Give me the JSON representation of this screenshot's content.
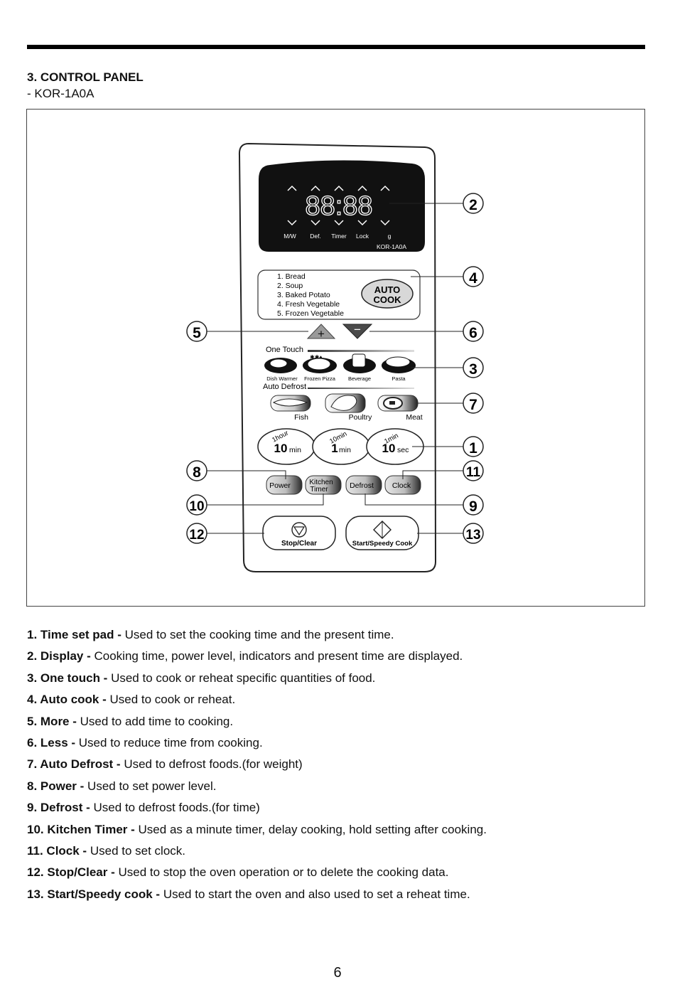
{
  "section": {
    "title": "3. CONTROL PANEL",
    "model": "- KOR-1A0A"
  },
  "panel": {
    "display": {
      "digits": "88:88",
      "indicators": [
        "M/W",
        "Def.",
        "Timer",
        "Lock",
        "g"
      ],
      "model": "KOR-1A0A"
    },
    "auto_cook": {
      "menu": [
        "1. Bread",
        "2. Soup",
        "3. Baked Potato",
        "4. Fresh Vegetable",
        "5. Frozen Vegetable"
      ],
      "button_line1": "AUTO",
      "button_line2": "COOK"
    },
    "more_symbol": "+",
    "less_symbol": "−",
    "one_touch": {
      "label": "One Touch",
      "frozen_marks": "✱✱♦",
      "items": [
        "Dish Warmer",
        "Frozen Pizza",
        "Beverage",
        "Pasta"
      ]
    },
    "auto_defrost": {
      "label": "Auto Defrost",
      "items": [
        "Fish",
        "Poultry",
        "Meat"
      ]
    },
    "time_pad": [
      {
        "arc": "1hour",
        "value": "10",
        "unit": "min"
      },
      {
        "arc": "10min",
        "value": "1",
        "unit": "min"
      },
      {
        "arc": "1min",
        "value": "10",
        "unit": "sec"
      }
    ],
    "buttons": {
      "power": "Power",
      "kitchen_timer_line1": "Kitchen",
      "kitchen_timer_line2": "Timer",
      "defrost": "Defrost",
      "clock": "Clock",
      "stop_clear": "Stop/Clear",
      "start": "Start/Speedy Cook"
    },
    "callouts": [
      "2",
      "4",
      "5",
      "6",
      "3",
      "7",
      "1",
      "8",
      "11",
      "10",
      "9",
      "12",
      "13"
    ]
  },
  "descriptions": [
    {
      "term": "1. Time set pad -",
      "text": "Used to set the cooking time and the present time."
    },
    {
      "term": "2. Display -",
      "text": "Cooking time, power level, indicators and present time are displayed."
    },
    {
      "term": "3. One touch -",
      "text": "Used to cook or reheat specific quantities of food."
    },
    {
      "term": "4. Auto cook -",
      "text": "Used to cook or reheat."
    },
    {
      "term": "5. More -",
      "text": "Used to add time to cooking."
    },
    {
      "term": "6. Less -",
      "text": "Used to reduce time from cooking."
    },
    {
      "term": "7. Auto Defrost -",
      "text": "Used to defrost foods.(for weight)"
    },
    {
      "term": "8. Power -",
      "text": "Used to set power level."
    },
    {
      "term": "9. Defrost -",
      "text": "Used to defrost foods.(for time)"
    },
    {
      "term": "10. Kitchen Timer -",
      "text": "Used as a minute timer, delay cooking, hold setting after cooking."
    },
    {
      "term": "11. Clock -",
      "text": "Used to set clock."
    },
    {
      "term": "12. Stop/Clear -",
      "text": "Used to stop the oven operation or to delete the cooking data."
    },
    {
      "term": "13. Start/Speedy cook -",
      "text": "Used to start the oven and also used to set a reheat time."
    }
  ],
  "page_number": "6"
}
